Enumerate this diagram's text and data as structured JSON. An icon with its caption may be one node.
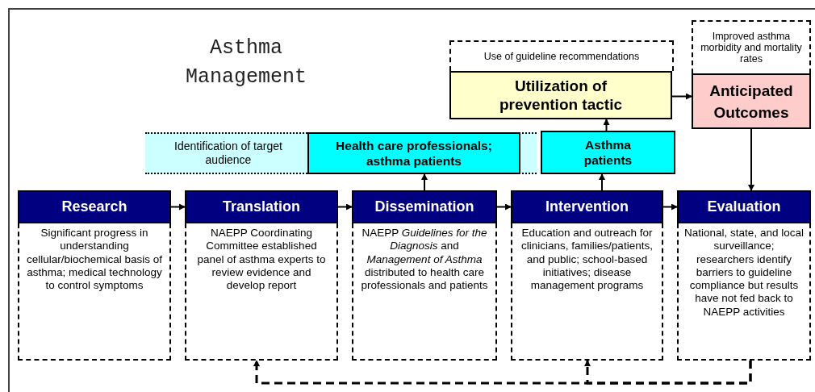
{
  "diagram": {
    "title": "Asthma Management",
    "nodes": [
      {
        "text": [
          "Identification of target audience"
        ]
      },
      {
        "text": [
          "Use of guideline recommendations"
        ]
      },
      {
        "text": [
          "Improved asthma morbidity and mortality rates"
        ]
      },
      {
        "text": [
          "Utilization of prevention tactic"
        ]
      },
      {
        "text": [
          "Anticipated Outcomes"
        ]
      },
      {
        "text": [
          "Health care professionals; asthma patients"
        ],
        "in": 0
      },
      {
        "text": [
          "Asthma patients"
        ]
      },
      {
        "text": [
          "Research"
        ]
      },
      {
        "text": [
          "Significant progress in understanding cellular/biochemical basis of asthma; medical technology to control symptoms"
        ]
      },
      {
        "text": [
          "Translation"
        ]
      },
      {
        "text": [
          "NAEPP Coordinating Committee established panel of asthma experts to review evidence and develop report"
        ]
      },
      {
        "text": [
          "Dissemination"
        ]
      },
      {
        "text": [
          "NAEPP *Guidelines for the Diagnosis* and *Management of Asthma* distributed to health care professionals and patients"
        ]
      },
      {
        "text": [
          "Intervention"
        ]
      },
      {
        "text": [
          "Education and outreach for clinicians, families/patients, and public; school-based initiatives; disease management programs"
        ]
      },
      {
        "text": [
          "Evaluation"
        ]
      },
      {
        "text": [
          "National, state, and local surveillance; researchers identify barriers to guideline compliance but results have not fed back to NAEPP activities"
        ]
      }
    ],
    "edges": [
      {
        "from": 7,
        "to": 9,
        "arrow": "to"
      },
      {
        "from": 9,
        "to": 11,
        "arrow": "to"
      },
      {
        "from": 11,
        "to": 13,
        "arrow": "to"
      },
      {
        "from": 13,
        "to": 15,
        "arrow": "to"
      },
      {
        "from": 11,
        "to": 5,
        "arrow": "to"
      },
      {
        "from": 13,
        "to": 6,
        "arrow": "to"
      },
      {
        "from": 6,
        "to": 3,
        "arrow": "to"
      },
      {
        "from": 3,
        "to": 4,
        "arrow": "to"
      },
      {
        "from": 4,
        "to": 15,
        "arrow": "to"
      },
      {
        "from": 16,
        "to": 10,
        "arrow": "to",
        "style": "dashed"
      },
      {
        "from": 16,
        "to": 14,
        "arrow": "to",
        "style": "dashed"
      }
    ]
  }
}
